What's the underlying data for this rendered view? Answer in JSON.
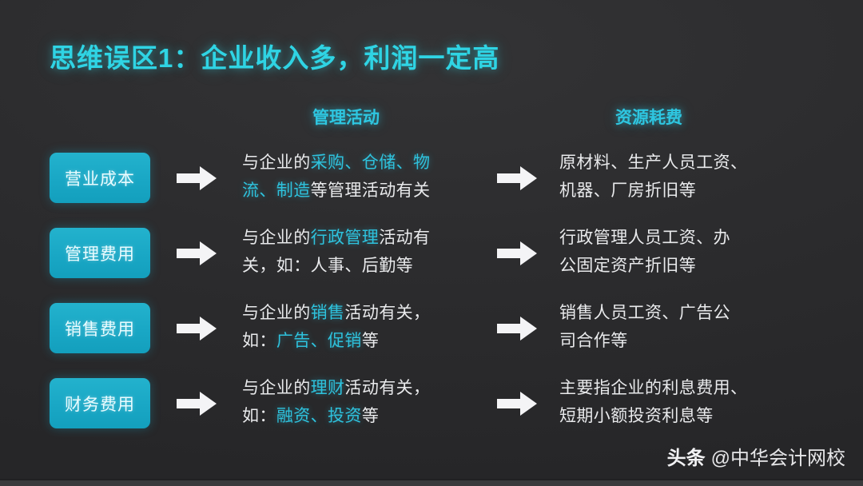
{
  "slide": {
    "title": "思维误区1：企业收入多，利润一定高",
    "background_color": "#2b2b2d",
    "accent_color": "#2ec6e0",
    "chip_color": "#19a7c5"
  },
  "columns": {
    "management_activity_header": "管理活动",
    "resource_consumption_header": "资源耗费"
  },
  "rows": [
    {
      "label": "营业成本",
      "activity": {
        "line1": [
          {
            "text": "与企业的",
            "highlight": false
          },
          {
            "text": "采购、仓储、物",
            "highlight": true
          }
        ],
        "line2": [
          {
            "text": "流、制造",
            "highlight": true
          },
          {
            "text": "等管理活动有关",
            "highlight": false
          }
        ]
      },
      "resource": {
        "line1": "原材料、生产人员工资、",
        "line2": "机器、厂房折旧等"
      }
    },
    {
      "label": "管理费用",
      "activity": {
        "line1": [
          {
            "text": "与企业的",
            "highlight": false
          },
          {
            "text": "行政管理",
            "highlight": true
          },
          {
            "text": "活动有",
            "highlight": false
          }
        ],
        "line2": [
          {
            "text": "关，如：人事、后勤等",
            "highlight": false
          }
        ]
      },
      "resource": {
        "line1": "行政管理人员工资、办",
        "line2": "公固定资产折旧等"
      }
    },
    {
      "label": "销售费用",
      "activity": {
        "line1": [
          {
            "text": "与企业的",
            "highlight": false
          },
          {
            "text": "销售",
            "highlight": true
          },
          {
            "text": "活动有关，",
            "highlight": false
          }
        ],
        "line2": [
          {
            "text": "如：",
            "highlight": false
          },
          {
            "text": "广告、促销",
            "highlight": true
          },
          {
            "text": "等",
            "highlight": false
          }
        ]
      },
      "resource": {
        "line1": "销售人员工资、广告公",
        "line2": "司合作等"
      }
    },
    {
      "label": "财务费用",
      "activity": {
        "line1": [
          {
            "text": "与企业的",
            "highlight": false
          },
          {
            "text": "理财",
            "highlight": true
          },
          {
            "text": "活动有关，",
            "highlight": false
          }
        ],
        "line2": [
          {
            "text": "如：",
            "highlight": false
          },
          {
            "text": "融资、投资",
            "highlight": true
          },
          {
            "text": "等",
            "highlight": false
          }
        ]
      },
      "resource": {
        "line1": "主要指企业的利息费用、",
        "line2": "短期小额投资利息等"
      }
    }
  ],
  "watermark": {
    "brand": "头条",
    "handle": "@中华会计网校"
  }
}
